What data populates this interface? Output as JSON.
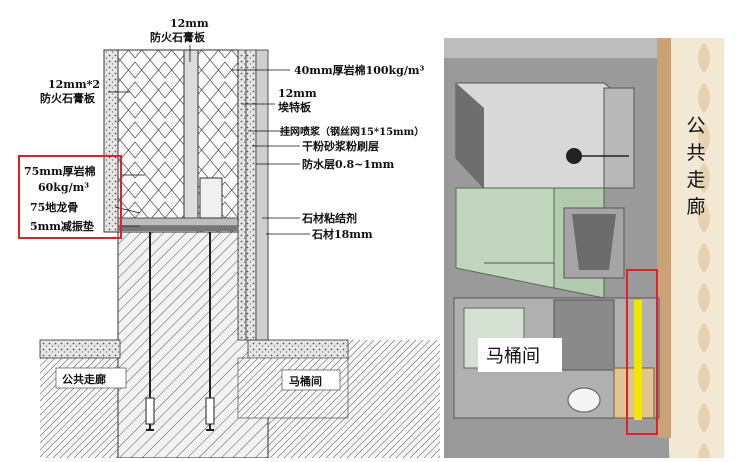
{
  "left": {
    "top_label_1": "12mm",
    "top_label_2": "防火石膏板",
    "left_label_1": "12mm*2",
    "left_label_2": "防火石膏板",
    "right_labels": [
      "40mm厚岩棉100kg/m³",
      "12mm",
      "埃特板",
      "挂网喷浆（钢丝网15*15mm）",
      "干粉砂浆粉刷层",
      "防水层0.8~1mm",
      "石材粘结剂",
      "石材18mm"
    ],
    "boxed_labels": [
      "75mm厚岩棉",
      "60kg/m³",
      "75地龙骨",
      "5mm减振垫"
    ],
    "room_left": "公共走廊",
    "room_right": "马桶间"
  },
  "right": {
    "corridor_label": "公共走廊",
    "room_label": "马桶间"
  },
  "colors": {
    "highlight_box": "#e0202a",
    "corridor_wall": "#c9a278",
    "yellow_strip": "#f2e600",
    "floor_grey": "#8e8e8e"
  }
}
